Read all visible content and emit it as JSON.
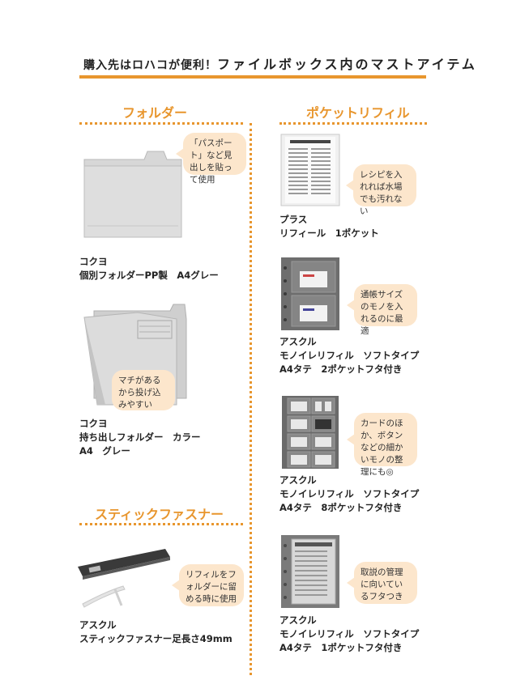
{
  "header": {
    "title_small": "購入先はロハコが便利！",
    "title_large": "ファイルボックス内のマストアイテム"
  },
  "sections": {
    "folder": "フォルダー",
    "pocket_refill": "ポケットリフィル",
    "stick_fastener": "スティックファスナー"
  },
  "items": {
    "folder1": {
      "bubble": "「パスポート」など見出しを貼って使用",
      "line1": "コクヨ",
      "line2": "個別フォルダーPP製　A4グレー"
    },
    "folder2": {
      "bubble": "マチがあるから投げ込みやすい",
      "line1": "コクヨ",
      "line2": "持ち出しフォルダー　カラー",
      "line3": "A4　グレー"
    },
    "fastener": {
      "bubble": "リフィルをフォルダーに留める時に使用",
      "line1": "アスクル",
      "line2": "スティックファスナー足長さ49mm"
    },
    "refill1": {
      "bubble": "レシピを入れれば水場でも汚れない",
      "line1": "プラス",
      "line2": "リフィール　1ポケット"
    },
    "refill2": {
      "bubble": "通帳サイズのモノを入れるのに最適",
      "line1": "アスクル",
      "line2": "モノイレリフィル　ソフトタイプ",
      "line3": "A4タテ　2ポケットフタ付き"
    },
    "refill3": {
      "bubble": "カードのほか、ボタンなどの細かいモノの整理にも◎",
      "line1": "アスクル",
      "line2": "モノイレリフィル　ソフトタイプ",
      "line3": "A4タテ　8ポケットフタ付き"
    },
    "refill4": {
      "bubble": "取説の管理に向いているフタつき",
      "line1": "アスクル",
      "line2": "モノイレリフィル　ソフトタイプ",
      "line3": "A4タテ　1ポケットフタ付き"
    }
  },
  "colors": {
    "accent": "#E8962E",
    "bubble": "#FCE6CC"
  }
}
